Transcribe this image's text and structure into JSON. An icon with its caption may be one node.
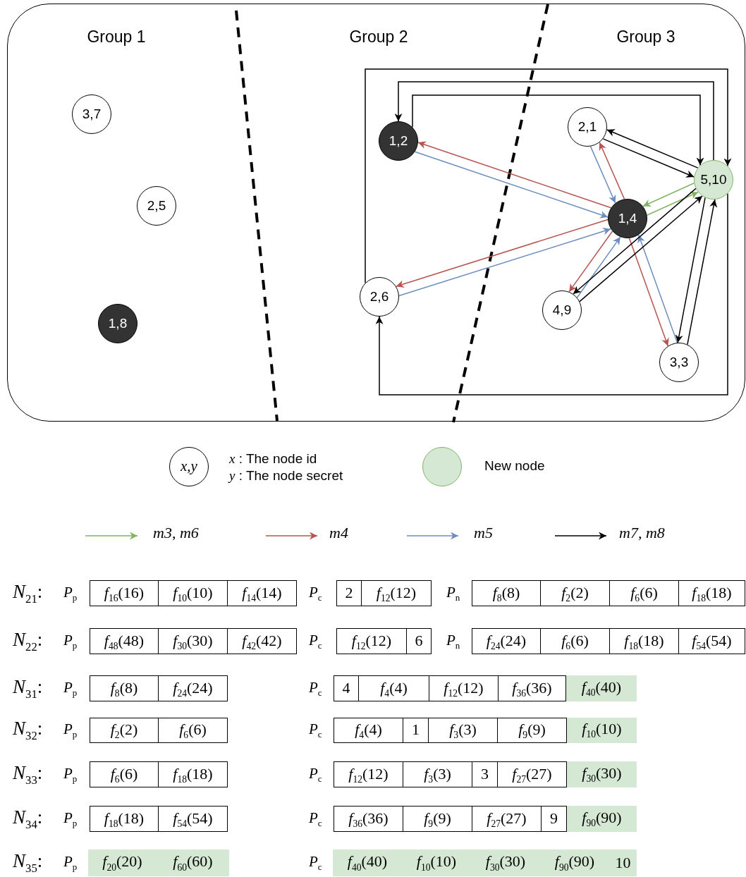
{
  "diagram": {
    "nodes": [
      {
        "text": [
          "3,7"
        ]
      },
      {
        "text": [
          "2,5"
        ]
      },
      {
        "text": [
          "1,8"
        ]
      },
      {
        "text": [
          "1,2"
        ]
      },
      {
        "text": [
          "2,1"
        ]
      },
      {
        "text": [
          "5,10"
        ]
      },
      {
        "text": [
          "1,4"
        ]
      },
      {
        "text": [
          "2,6"
        ]
      },
      {
        "text": [
          "4,9"
        ]
      },
      {
        "text": [
          "3,3"
        ]
      }
    ],
    "edges": [
      {
        "from": 6,
        "to": 3,
        "arrow": "to",
        "color": "#b85450"
      },
      {
        "from": 3,
        "to": 6,
        "arrow": "to",
        "color": "#6c8ebf"
      },
      {
        "from": 6,
        "to": 4,
        "arrow": "to",
        "color": "#b85450"
      },
      {
        "from": 4,
        "to": 6,
        "arrow": "to",
        "color": "#6c8ebf"
      },
      {
        "from": 6,
        "to": 7,
        "arrow": "to",
        "color": "#b85450"
      },
      {
        "from": 7,
        "to": 6,
        "arrow": "to",
        "color": "#6c8ebf"
      },
      {
        "from": 6,
        "to": 8,
        "arrow": "to",
        "color": "#b85450"
      },
      {
        "from": 8,
        "to": 6,
        "arrow": "to",
        "color": "#6c8ebf"
      },
      {
        "from": 6,
        "to": 9,
        "arrow": "to",
        "color": "#b85450"
      },
      {
        "from": 9,
        "to": 6,
        "arrow": "to",
        "color": "#6c8ebf"
      },
      {
        "from": 5,
        "to": 6,
        "arrow": "to",
        "color": "#82b366"
      },
      {
        "from": 6,
        "to": 5,
        "arrow": "to",
        "color": "#82b366"
      },
      {
        "from": 5,
        "to": 4,
        "arrow": "to"
      },
      {
        "from": 4,
        "to": 5,
        "arrow": "to"
      },
      {
        "from": 5,
        "to": 8,
        "arrow": "to"
      },
      {
        "from": 8,
        "to": 5,
        "arrow": "to"
      },
      {
        "from": 9,
        "to": 5,
        "arrow": "to"
      },
      {
        "from": 5,
        "to": 9,
        "arrow": "to"
      },
      {
        "from": 5,
        "to": 3,
        "arrow": "to"
      },
      {
        "from": 3,
        "to": 5,
        "arrow": "to"
      },
      {
        "from": 7,
        "to": 5,
        "arrow": "to"
      },
      {
        "from": 5,
        "to": 7,
        "arrow": "to"
      }
    ],
    "labels": [
      "Group 1",
      "Group 2",
      "Group 3",
      "x,y",
      "*N*$_{21}$:",
      "*P*$_{p}$",
      "*f*$_{16}$(16)",
      "*f*$_{10}$(10)",
      "*f*$_{14}$(14)",
      "*P*$_{c}$",
      "2",
      "*f*$_{12}$(12)",
      "*P*$_{n}$",
      "*f*$_{8}$(8)",
      "*f*$_{2}$(2)",
      "*f*$_{6}$(6)",
      "*f*$_{18}$(18)",
      "*N*$_{22}$:",
      "*P*$_{p}$",
      "*f*$_{48}$(48)",
      "*f*$_{30}$(30)",
      "*f*$_{42}$(42)",
      "*P*$_{c}$",
      "*f*$_{12}$(12)",
      "6",
      "*P*$_{n}$",
      "*f*$_{24}$(24)",
      "*f*$_{6}$(6)",
      "*f*$_{18}$(18)",
      "*f*$_{54}$(54)",
      "*N*$_{31}$:",
      "*P*$_{p}$",
      "*f*$_{8}$(8)",
      "*f*$_{24}$(24)",
      "*P*$_{c}$",
      "4",
      "*f*$_{4}$(4)",
      "*f*$_{12}$(12)",
      "*f*$_{36}$(36)",
      "*f*$_{40}$(40)",
      "*N*$_{32}$:",
      "*P*$_{p}$",
      "*f*$_{2}$(2)",
      "*f*$_{6}$(6)",
      "*P*$_{c}$",
      "*f*$_{4}$(4)",
      "1",
      "*f*$_{3}$(3)",
      "*f*$_{9}$(9)",
      "*f*$_{10}$(10)",
      "*N*$_{33}$:",
      "*P*$_{p}$",
      "*f*$_{6}$(6)",
      "*f*$_{18}$(18)",
      "*P*$_{c}$",
      "*f*$_{12}$(12)",
      "*f*$_{3}$(3)",
      "3",
      "*f*$_{27}$(27)",
      "*f*$_{30}$(30)",
      "*N*$_{34}$:",
      "*P*$_{p}$",
      "*f*$_{18}$(18)",
      "*f*$_{54}$(54)",
      "*P*$_{c}$",
      "*f*$_{36}$(36)",
      "*f*$_{9}$(9)",
      "*f*$_{27}$(27)",
      "9",
      "*f*$_{90}$(90)",
      "*N*$_{35}$:",
      "*P*$_{p}$",
      "*f*$_{20}$(20)",
      "*f*$_{60}$(60)",
      "*P*$_{c}$",
      "*f*$_{40}$(40)",
      "*f*$_{10}$(10)",
      "*f*$_{30}$(30)",
      "*f*$_{90}$(90)",
      "10"
    ],
    "legend": [
      {
        "text": "*x* : The node id"
      },
      {
        "text": "*y* : The node secret"
      },
      {
        "text": "New node",
        "color": "#d5e8d4"
      },
      {
        "text": "m3, m6"
      },
      {
        "text": "m4"
      },
      {
        "text": "m5"
      },
      {
        "text": "m7, m8"
      }
    ]
  }
}
